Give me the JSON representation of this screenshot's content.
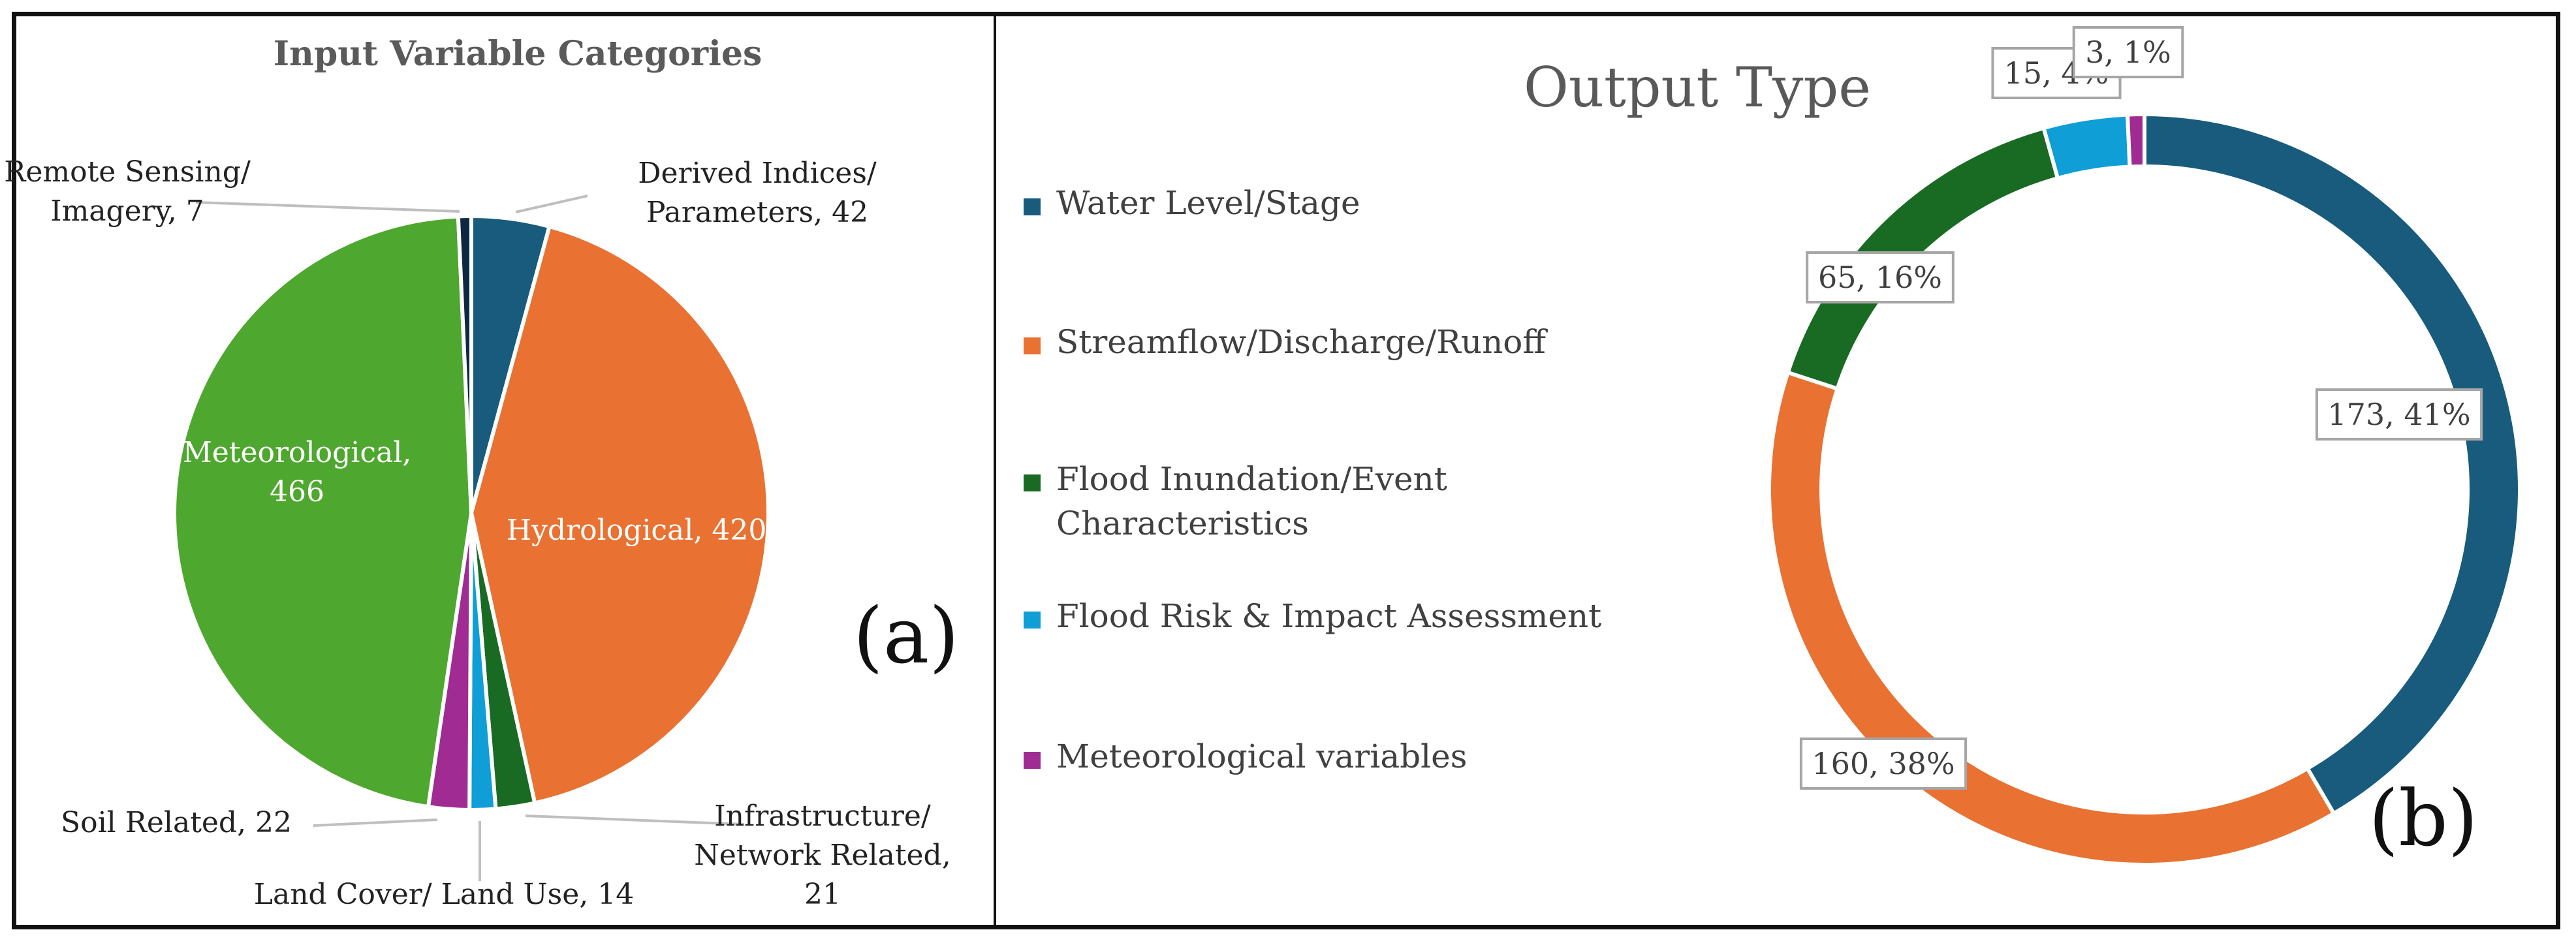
{
  "chart_data": [
    {
      "type": "pie",
      "title": "Input Variable Categories",
      "panel_label": "(a)",
      "slices": [
        {
          "label": "Derived Indices/ Parameters",
          "label_lines": [
            "Derived Indices/",
            "Parameters, 42"
          ],
          "value": 42,
          "color": "#185b7d"
        },
        {
          "label": "Hydrological",
          "label_lines": [
            "Hydrological, 420"
          ],
          "value": 420,
          "color": "#e97132"
        },
        {
          "label": "Infrastructure/ Network Related",
          "label_lines": [
            "Infrastructure/",
            "Network Related,",
            "21"
          ],
          "value": 21,
          "color": "#196b24"
        },
        {
          "label": "Land Cover/ Land Use",
          "label_lines": [
            "Land Cover/ Land Use, 14"
          ],
          "value": 14,
          "color": "#0f9ed5"
        },
        {
          "label": "Soil Related",
          "label_lines": [
            "Soil Related, 22"
          ],
          "value": 22,
          "color": "#a02b93"
        },
        {
          "label": "Meteorological",
          "label_lines": [
            "Meteorological,",
            "466"
          ],
          "value": 466,
          "color": "#4ea72e"
        },
        {
          "label": "Remote Sensing/ Imagery",
          "label_lines": [
            "Remote Sensing/",
            "Imagery, 7"
          ],
          "value": 7,
          "color": "#0e2841"
        }
      ]
    },
    {
      "type": "pie",
      "style": "donut",
      "title": "Output Type",
      "panel_label": "(b)",
      "legend_position": "left",
      "slices": [
        {
          "label": "Water Level/Stage",
          "legend_lines": [
            "Water Level/Stage"
          ],
          "value": 173,
          "percent": "41%",
          "data_label": "173, 41%",
          "color": "#185b7d"
        },
        {
          "label": "Streamflow/Discharge/Runoff",
          "legend_lines": [
            "Streamflow/Discharge/Runoff"
          ],
          "value": 160,
          "percent": "38%",
          "data_label": "160, 38%",
          "color": "#e97132"
        },
        {
          "label": "Flood Inundation/Event Characteristics",
          "legend_lines": [
            "Flood Inundation/Event",
            "Characteristics"
          ],
          "value": 65,
          "percent": "16%",
          "data_label": "65, 16%",
          "color": "#196b24"
        },
        {
          "label": "Flood Risk & Impact Assessment",
          "legend_lines": [
            "Flood Risk & Impact Assessment"
          ],
          "value": 15,
          "percent": "4%",
          "data_label": "15, 4%",
          "color": "#0f9ed5"
        },
        {
          "label": "Meteorological variables",
          "legend_lines": [
            "Meteorological variables"
          ],
          "value": 3,
          "percent": "1%",
          "data_label": "3, 1%",
          "color": "#a02b93"
        }
      ]
    }
  ]
}
